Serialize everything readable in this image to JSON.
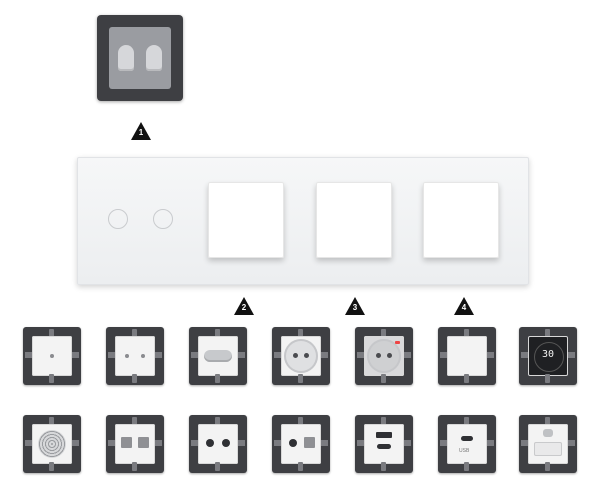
{
  "markers": [
    "1",
    "2",
    "3",
    "4"
  ],
  "display": {
    "reading": "30"
  },
  "usb_module": {
    "label": "USB"
  },
  "icons": {
    "step-marker": "black-triangle",
    "touch-button": "circle-outline"
  },
  "colors": {
    "frame": "#3e3f43",
    "glass": "#f0f1f3",
    "marker": "#111111"
  }
}
